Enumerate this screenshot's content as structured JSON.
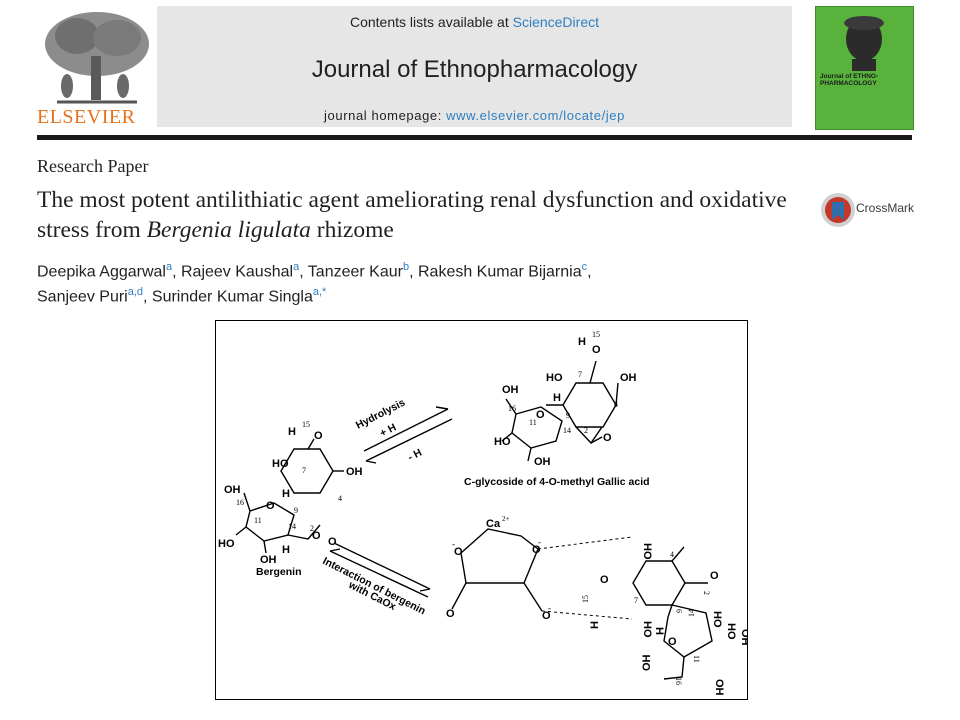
{
  "header": {
    "publisher": "ELSEVIER",
    "contents_prefix": "Contents lists available at ",
    "contents_link": "ScienceDirect",
    "journal_title": "Journal of Ethnopharmacology",
    "homepage_prefix": "journal homepage: ",
    "homepage_url": "www.elsevier.com/locate/jep",
    "cover_text": "Journal of ETHNO-PHARMACOLOGY"
  },
  "article": {
    "type": "Research Paper",
    "title_part1": "The most potent antilithiatic agent ameliorating renal dysfunction and oxidative stress from ",
    "title_italic": "Bergenia ligulata",
    "title_part2": " rhizome",
    "crossmark": "CrossMark"
  },
  "authors": [
    {
      "name": "Deepika Aggarwal",
      "aff": "a"
    },
    {
      "name": "Rajeev Kaushal",
      "aff": "a"
    },
    {
      "name": "Tanzeer Kaur",
      "aff": "b"
    },
    {
      "name": "Rakesh Kumar Bijarnia",
      "aff": "c"
    },
    {
      "name": "Sanjeev Puri",
      "aff": "a,d"
    },
    {
      "name": "Surinder Kumar Singla",
      "aff": "a,*"
    }
  ],
  "graphic": {
    "hydrolysis": "Hydrolysis",
    "plus_h2o": "+ H",
    "minus_h2o": "- H",
    "gallic_caption": "C-glycoside of 4-O-methyl Gallic acid",
    "bergenin_label": "Bergenin",
    "interaction_line1": "Interaction of bergenin",
    "interaction_line2": "with CaOx",
    "ca": "Ca",
    "ho": "HO",
    "oh": "OH",
    "h3c": "H",
    "o": "O",
    "h": "H",
    "n2": "2",
    "n4": "4",
    "n7": "7",
    "n9": "9",
    "n11": "11",
    "n14": "14",
    "n15": "15",
    "n16": "16",
    "charge": "2+",
    "minus": "-"
  }
}
